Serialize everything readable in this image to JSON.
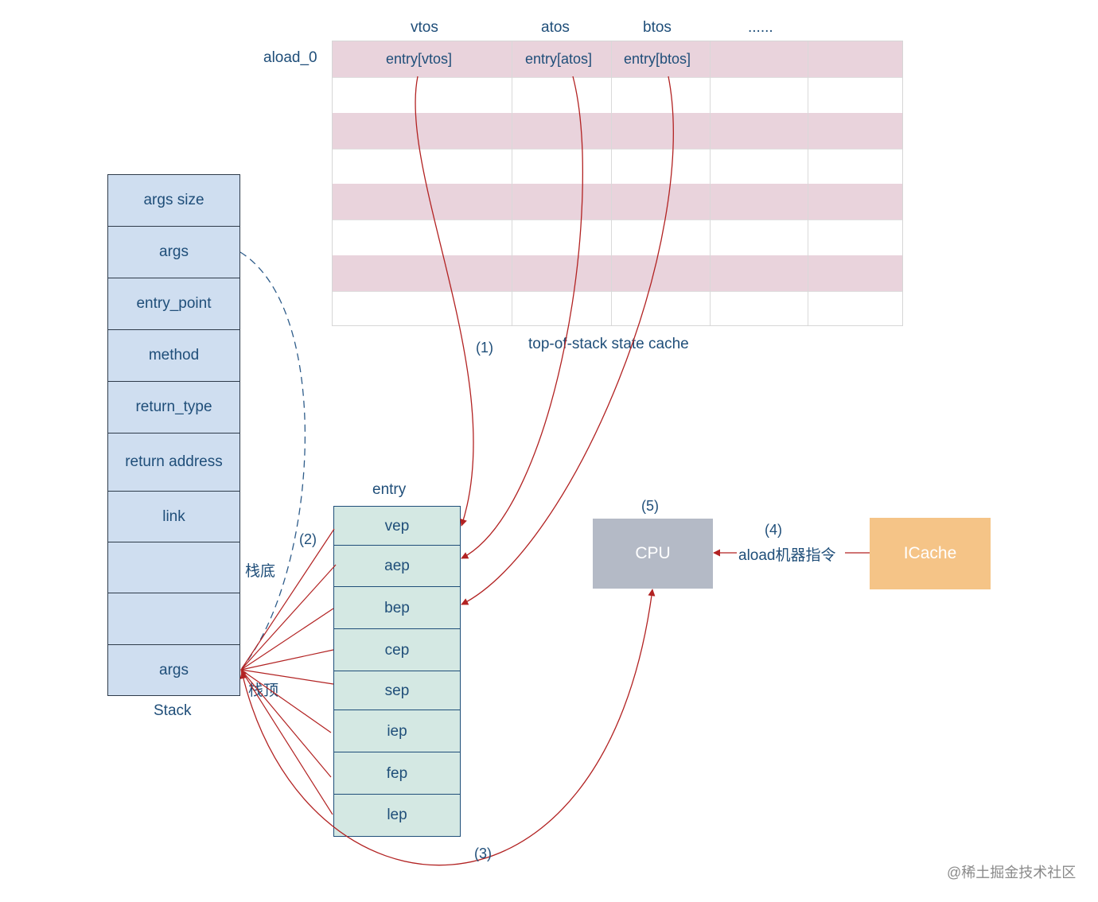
{
  "cache": {
    "row_label": "aload_0",
    "columns": [
      "vtos",
      "atos",
      "btos",
      "......"
    ],
    "entries": [
      "entry[vtos]",
      "entry[atos]",
      "entry[btos]"
    ],
    "caption": "top-of-stack state cache"
  },
  "stack": {
    "cells": [
      "args size",
      "args",
      "entry_point",
      "method",
      "return_type",
      "return address",
      "link",
      "",
      "",
      "args"
    ],
    "caption": "Stack",
    "bottom_label": "栈底",
    "top_label": "栈顶"
  },
  "entry": {
    "title": "entry",
    "cells": [
      "vep",
      "aep",
      "bep",
      "cep",
      "sep",
      "iep",
      "fep",
      "lep"
    ]
  },
  "cpu": {
    "label": "CPU",
    "step": "(5)"
  },
  "icache": {
    "label": "ICache"
  },
  "steps": {
    "s1": "(1)",
    "s2": "(2)",
    "s3": "(3)",
    "s4": "(4)",
    "s4_text": "aload机器指令"
  },
  "colors": {
    "arrow": "#b22222",
    "dashed": "#2e5c8a",
    "pink_row": "#e9d3dc",
    "stack_fill": "#cfdef0",
    "entry_fill": "#d4e8e3",
    "cpu_fill": "#b4bac6",
    "icache_fill": "#f5c487"
  },
  "watermark": "@稀土掘金技术社区"
}
